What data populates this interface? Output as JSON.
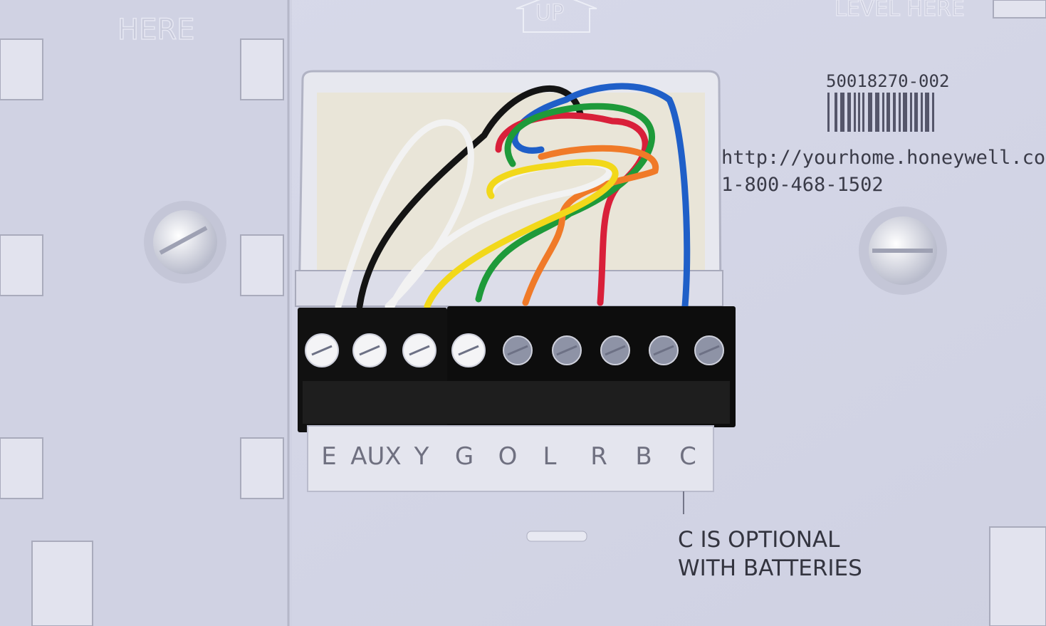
{
  "plate": {
    "left_emboss": "HERE",
    "up_arrow": "UP",
    "right_emboss": "LEVEL HERE",
    "part_number": "50018270-002",
    "url": "http://yourhome.honeywell.com",
    "phone": "1-800-468-1502",
    "note_line1": "C IS OPTIONAL",
    "note_line2": "WITH BATTERIES"
  },
  "terminals": [
    "E",
    "AUX",
    "Y",
    "G",
    "O",
    "L",
    "R",
    "B",
    "C"
  ],
  "wire_colors": {
    "white": "#f2f2f2",
    "black": "#141414",
    "yellow": "#f2d81a",
    "green": "#1e9a3a",
    "orange": "#f07a28",
    "red": "#d9203a",
    "blue": "#1f5fc8"
  }
}
